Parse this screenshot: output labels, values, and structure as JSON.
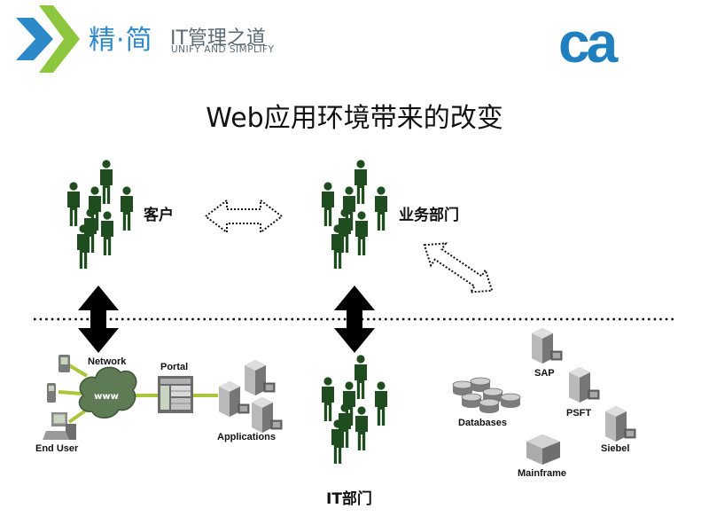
{
  "header": {
    "brand_cn": "精·简",
    "brand_it": "IT管理之道",
    "brand_en": "UNIFY AND SIMPLIFY",
    "ca_logo_text": "ca"
  },
  "title": "Web应用环境带来的改变",
  "groups": {
    "customers": "客户",
    "business": "业务部门",
    "it": "IT部门"
  },
  "labels": {
    "network": "Network",
    "portal": "Portal",
    "www": "www",
    "end_user": "End User",
    "applications": "Applications",
    "databases": "Databases",
    "sap": "SAP",
    "psft": "PSFT",
    "siebel": "Siebel",
    "mainframe": "Mainframe"
  },
  "colors": {
    "people": "#1f4d1f",
    "link_green": "#a8c83a",
    "brand_blue": "#2d89c8",
    "brand_green": "#8cc63f",
    "cloud": "#5f7b55"
  }
}
